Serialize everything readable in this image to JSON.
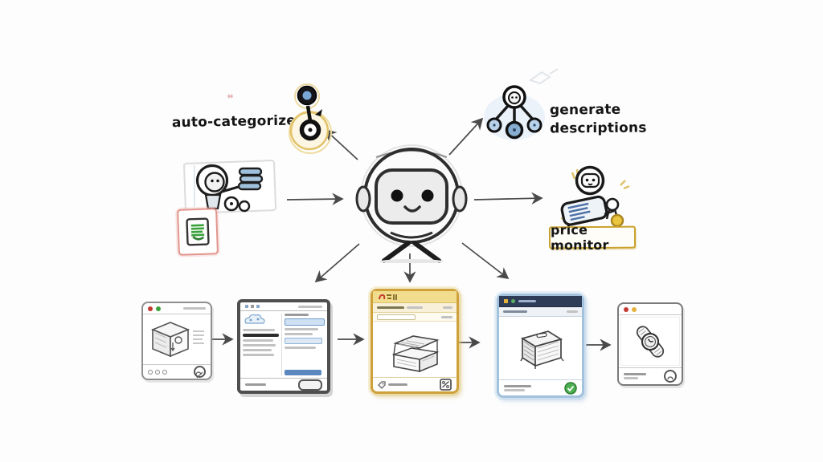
{
  "page": {
    "background": "#fdfdfd",
    "type": "hand-drawn workflow diagram"
  },
  "labels": {
    "auto_categorize": "auto-categorize",
    "generate_line1": "generate",
    "generate_line2": "descriptions",
    "price_monitor": "price monitor"
  },
  "colors": {
    "sketch_stroke": "#3a3a3a",
    "arrow": "#4a4a4a",
    "accent_yellow": "#e0b84f",
    "accent_blue": "#6f9cc9",
    "accent_green": "#3aa23a",
    "accent_red": "#c4392f",
    "window_yellow_border": "#cfa13b",
    "window_blue_border": "#a3c2dd",
    "navy_titlebar": "#2e3c58",
    "price_box_border": "#c9a22c"
  },
  "diagram": {
    "center": "robot-mascot",
    "callouts": [
      {
        "id": "auto-categorize",
        "icon": "category-nodes-icon",
        "label": "auto-categorize",
        "position": "top-left"
      },
      {
        "id": "generate-descriptions",
        "icon": "robot-branch-icon",
        "label": "generate descriptions",
        "position": "top-right"
      },
      {
        "id": "price-monitor",
        "icon": "robot-price-tag-icon",
        "label": "price monitor",
        "position": "right"
      },
      {
        "id": "inventory-input",
        "icon": "robot-stacking-icon",
        "position": "left"
      }
    ],
    "workflow_windows": [
      {
        "name": "product-photo-window",
        "sketch": "cube-product"
      },
      {
        "name": "listing-form-window",
        "sketch": "form-editor"
      },
      {
        "name": "yellow-marketplace-window",
        "sketch": "open-box-product"
      },
      {
        "name": "blue-marketplace-window",
        "sketch": "crate-product",
        "status": "green-check"
      },
      {
        "name": "watch-product-window",
        "sketch": "wristwatch-product"
      }
    ]
  }
}
